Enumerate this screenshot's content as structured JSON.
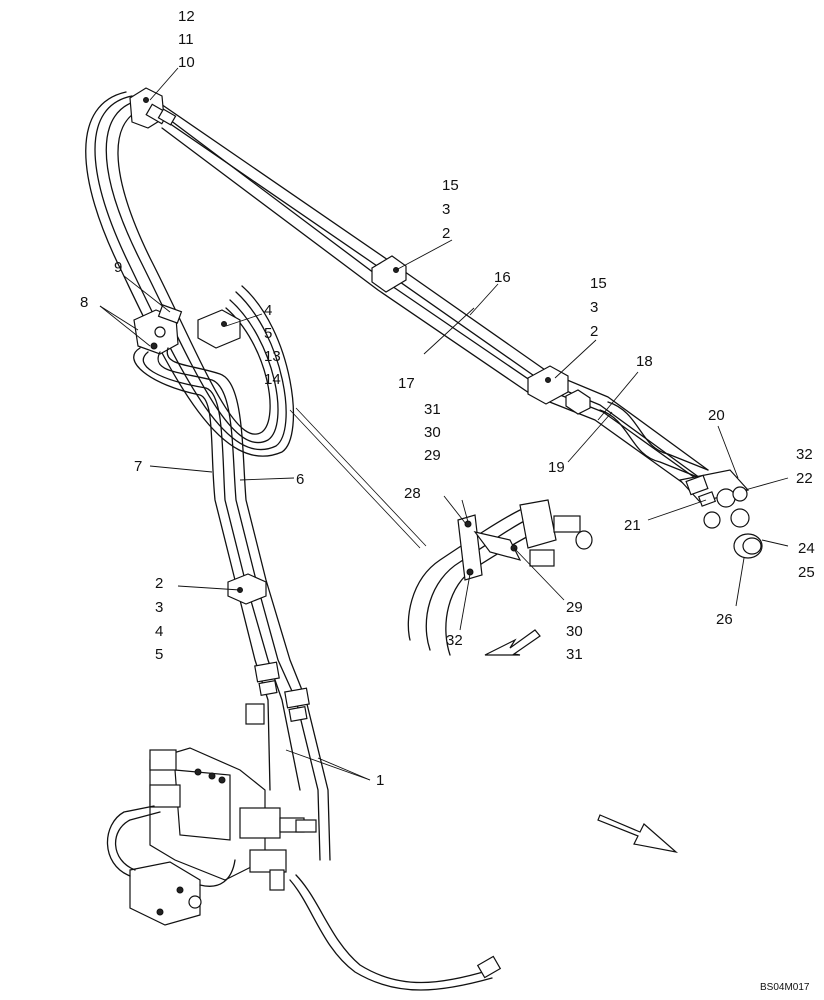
{
  "drawing_ref": "BS04M017",
  "callouts": [
    {
      "id": "c12",
      "text": "12"
    },
    {
      "id": "c11",
      "text": "11"
    },
    {
      "id": "c10",
      "text": "10"
    },
    {
      "id": "c15a",
      "text": "15"
    },
    {
      "id": "c3a",
      "text": "3"
    },
    {
      "id": "c2a",
      "text": "2"
    },
    {
      "id": "c16",
      "text": "16"
    },
    {
      "id": "c15b",
      "text": "15"
    },
    {
      "id": "c3b",
      "text": "3"
    },
    {
      "id": "c2b",
      "text": "2"
    },
    {
      "id": "c9",
      "text": "9"
    },
    {
      "id": "c8",
      "text": "8"
    },
    {
      "id": "c4a",
      "text": "4"
    },
    {
      "id": "c5a",
      "text": "5"
    },
    {
      "id": "c13",
      "text": "13"
    },
    {
      "id": "c14",
      "text": "14"
    },
    {
      "id": "c17",
      "text": "17"
    },
    {
      "id": "c18",
      "text": "18"
    },
    {
      "id": "c20",
      "text": "20"
    },
    {
      "id": "c31a",
      "text": "31"
    },
    {
      "id": "c30a",
      "text": "30"
    },
    {
      "id": "c29a",
      "text": "29"
    },
    {
      "id": "c7",
      "text": "7"
    },
    {
      "id": "c6",
      "text": "6"
    },
    {
      "id": "c19",
      "text": "19"
    },
    {
      "id": "c32a",
      "text": "32"
    },
    {
      "id": "c22",
      "text": "22"
    },
    {
      "id": "c28",
      "text": "28"
    },
    {
      "id": "c21",
      "text": "21"
    },
    {
      "id": "c24",
      "text": "24"
    },
    {
      "id": "c25",
      "text": "25"
    },
    {
      "id": "c2c",
      "text": "2"
    },
    {
      "id": "c3c",
      "text": "3"
    },
    {
      "id": "c4b",
      "text": "4"
    },
    {
      "id": "c5b",
      "text": "5"
    },
    {
      "id": "c29b",
      "text": "29"
    },
    {
      "id": "c30b",
      "text": "30"
    },
    {
      "id": "c31b",
      "text": "31"
    },
    {
      "id": "c26",
      "text": "26"
    },
    {
      "id": "c32b",
      "text": "32"
    },
    {
      "id": "c1",
      "text": "1"
    }
  ]
}
